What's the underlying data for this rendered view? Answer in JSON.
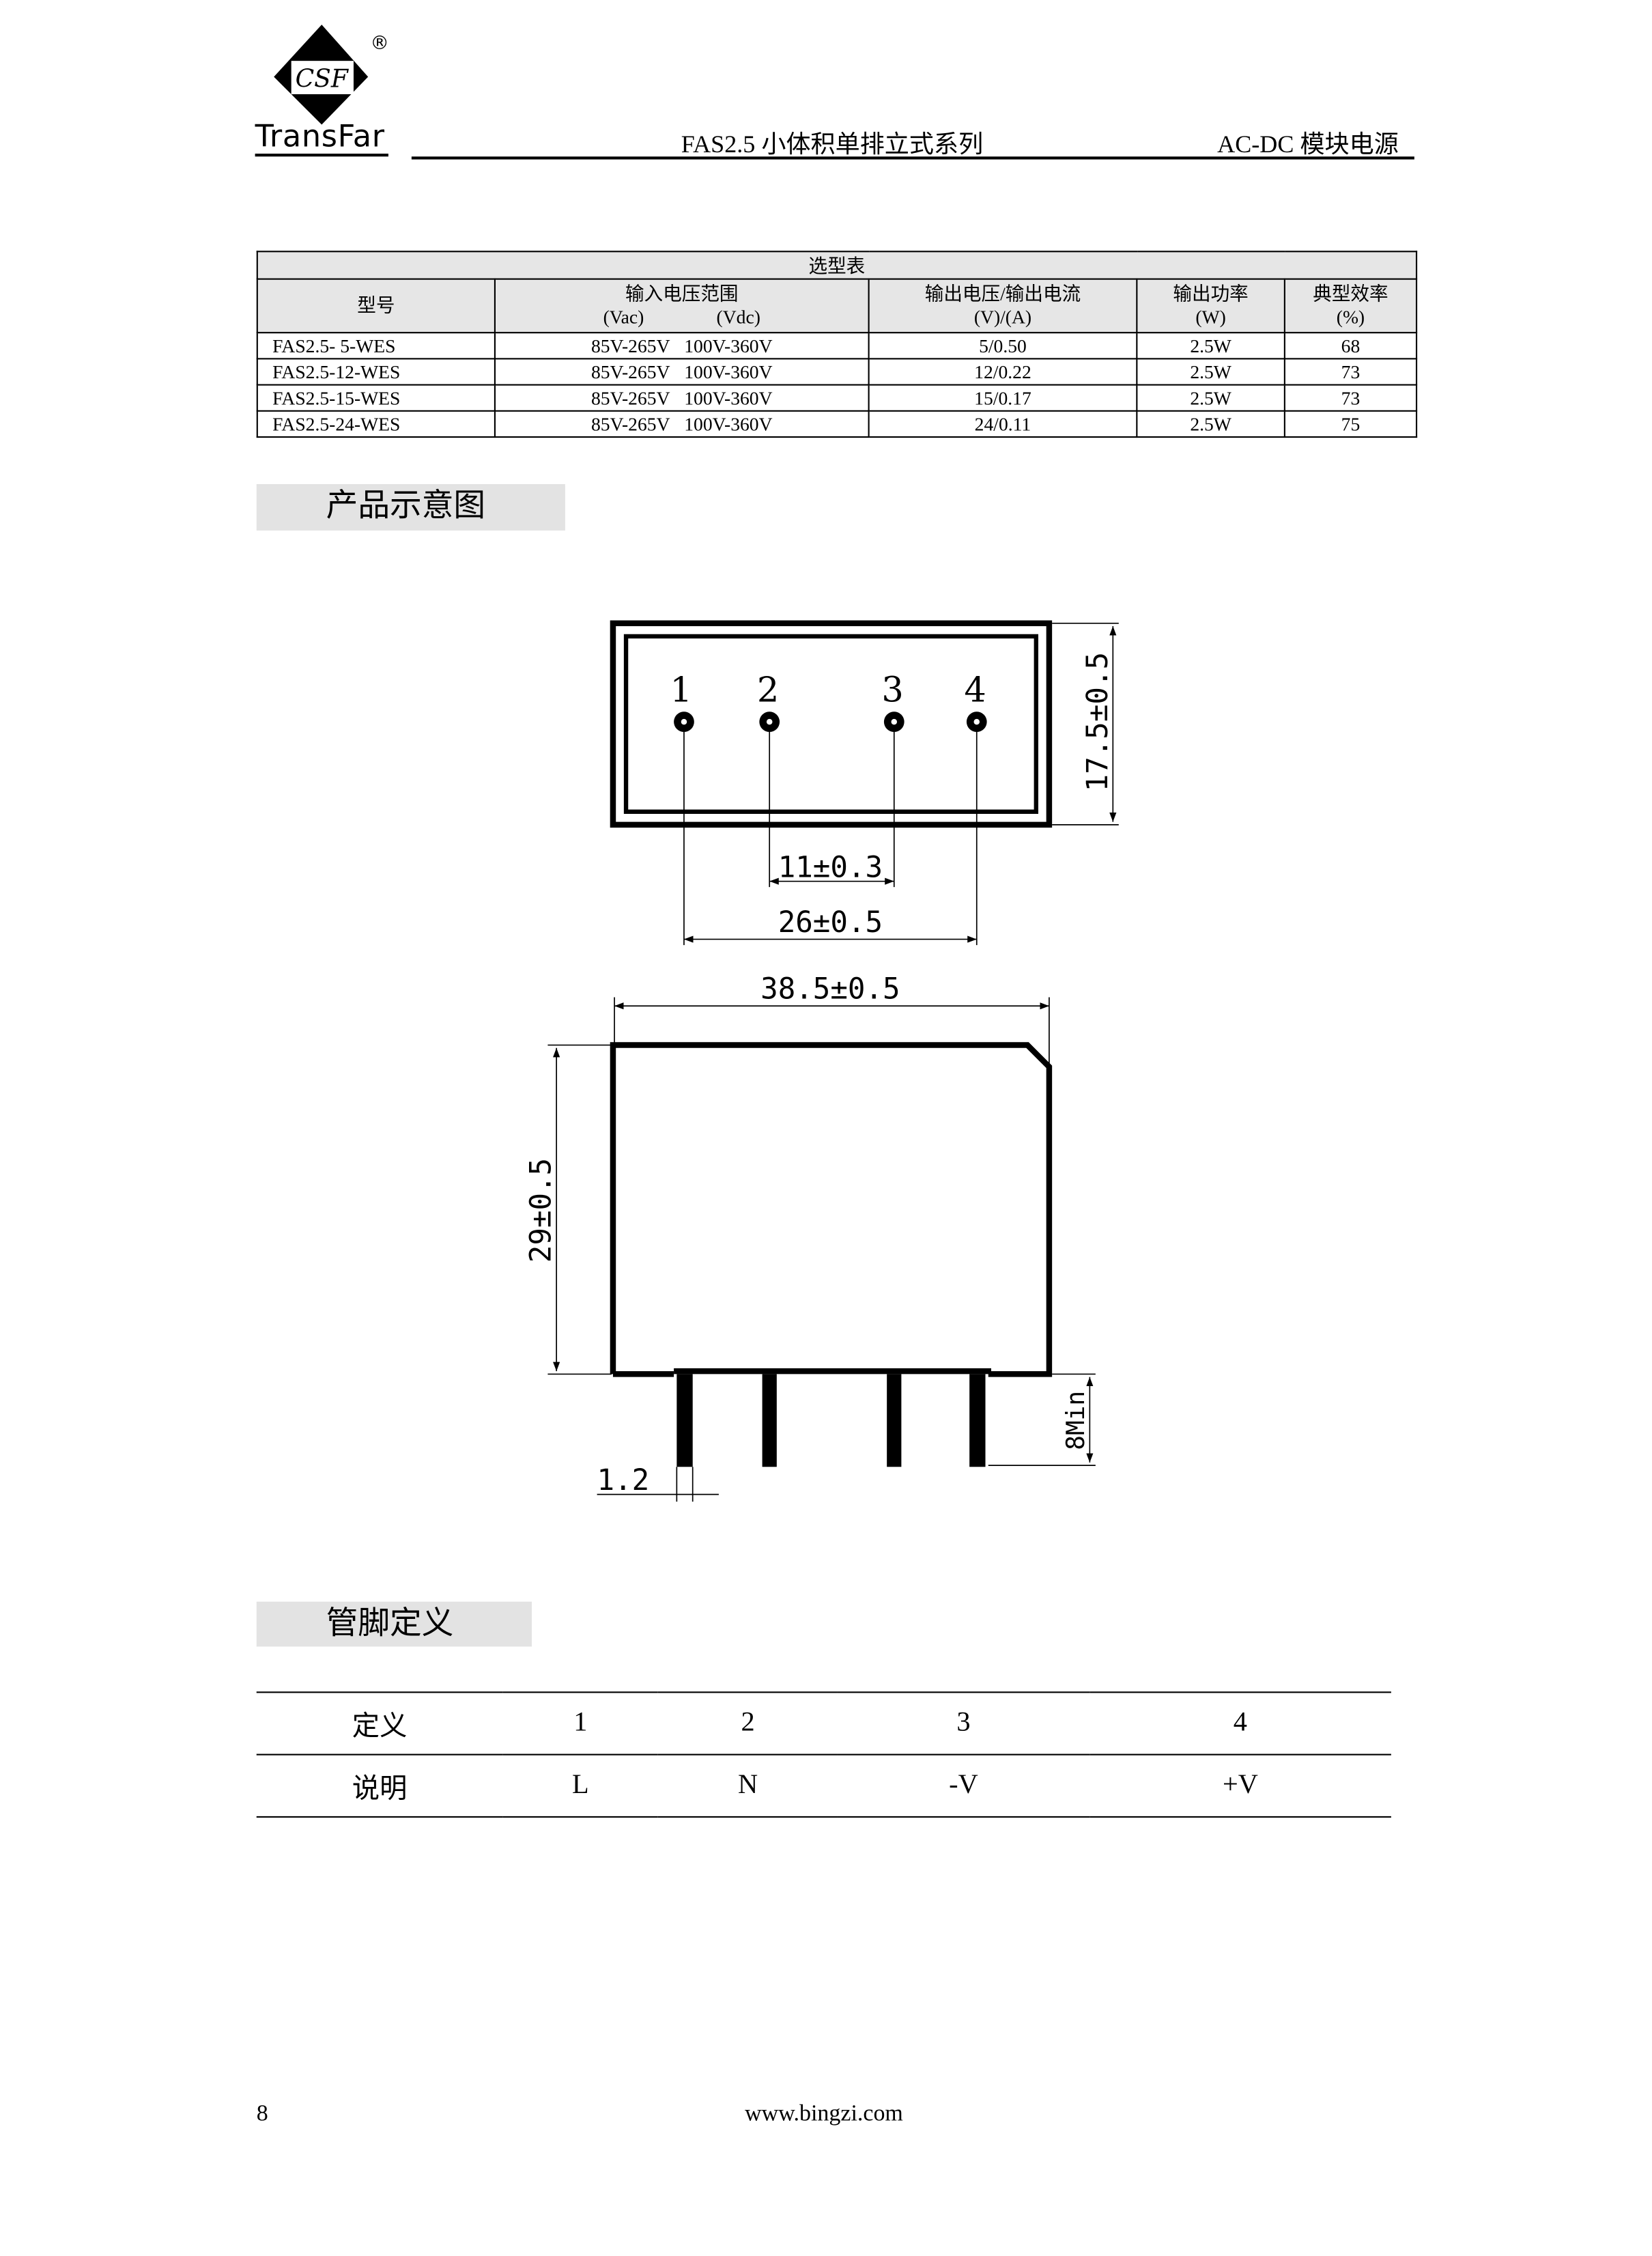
{
  "header": {
    "logo_mark": "CSF",
    "logo_registered": "®",
    "logo_brand": "TransFar",
    "title": "FAS2.5 小体积单排立式系列",
    "category": "AC-DC 模块电源"
  },
  "selection_table": {
    "title": "选型表",
    "headers": {
      "model": "型号",
      "input": "输入电压范围",
      "input_units_ac": "(Vac)",
      "input_units_dc": "(Vdc)",
      "output": "输出电压/输出电流",
      "output_units": "(V)/(A)",
      "power": "输出功率",
      "power_units": "(W)",
      "efficiency": "典型效率",
      "efficiency_units": "(%)"
    },
    "rows": [
      {
        "model": "FAS2.5- 5-WES",
        "vac": "85V-265V",
        "vdc": "100V-360V",
        "out": "5/0.50",
        "power": "2.5W",
        "eff": "68"
      },
      {
        "model": "FAS2.5-12-WES",
        "vac": "85V-265V",
        "vdc": "100V-360V",
        "out": "12/0.22",
        "power": "2.5W",
        "eff": "73"
      },
      {
        "model": "FAS2.5-15-WES",
        "vac": "85V-265V",
        "vdc": "100V-360V",
        "out": "15/0.17",
        "power": "2.5W",
        "eff": "73"
      },
      {
        "model": "FAS2.5-24-WES",
        "vac": "85V-265V",
        "vdc": "100V-360V",
        "out": "24/0.11",
        "power": "2.5W",
        "eff": "75"
      }
    ]
  },
  "diagram": {
    "section_title": "产品示意图",
    "pins": [
      "1",
      "2",
      "3",
      "4"
    ],
    "dim_height_top": "17.5±0.5",
    "dim_pin_2_3": "11±0.3",
    "dim_pin_1_4": "26±0.5",
    "dim_width": "38.5±0.5",
    "dim_height_side": "29±0.5",
    "dim_pin_length": "8Min",
    "dim_pin_width": "1.2"
  },
  "pinout": {
    "section_title": "管脚定义",
    "row1": [
      "定义",
      "1",
      "2",
      "3",
      "4"
    ],
    "row2": [
      "说明",
      "L",
      "N",
      "-V",
      "+V"
    ]
  },
  "footer": {
    "page_number": "8",
    "website": "www.bingzi.com"
  }
}
